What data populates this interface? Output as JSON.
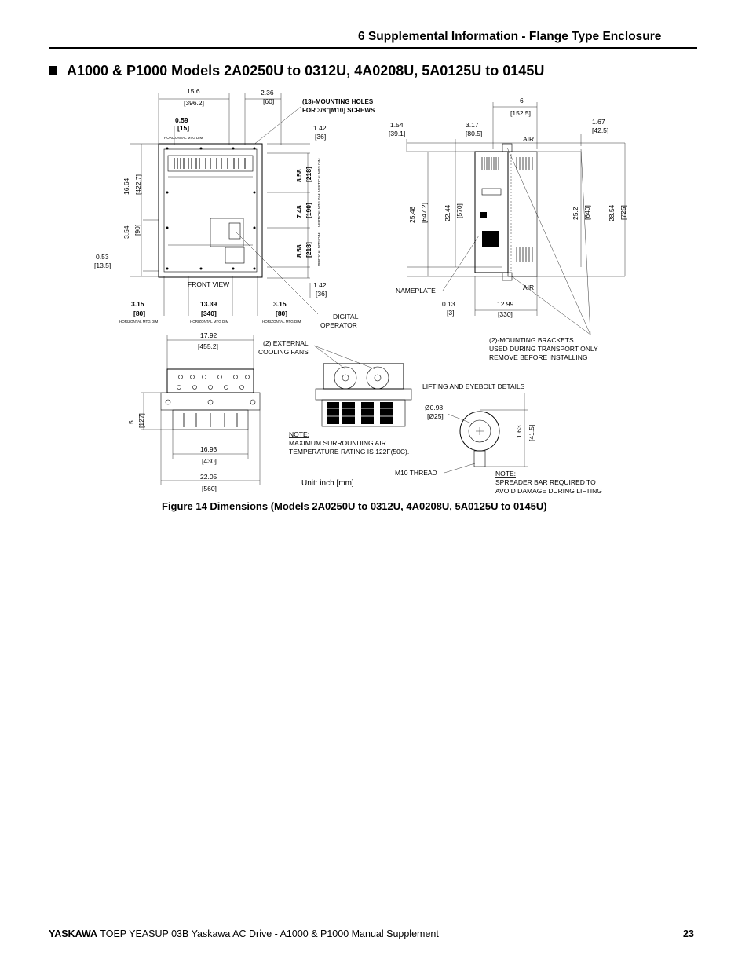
{
  "header": {
    "title": "6  Supplemental Information - Flange Type Enclosure"
  },
  "section": {
    "title": "A1000 & P1000 Models 2A0250U to 0312U, 4A0208U, 5A0125U to 0145U"
  },
  "figure": {
    "caption": "Figure 14  Dimensions (Models 2A0250U to 0312U, 4A0208U, 5A0125U to 0145U)",
    "unit_note": "Unit: inch [mm]",
    "front": {
      "d_15_6": "15.6",
      "d_396_2": "[396.2]",
      "d_2_36": "2.36",
      "d_60": "[60]",
      "d_0_59": "0.59",
      "d_15": "[15]",
      "d_1_42a": "1.42",
      "d_36a": "[36]",
      "d_16_64": "16.64",
      "d_422_7": "[422.7]",
      "d_8_58a": "8.58",
      "d_218a": "[218]",
      "d_7_48": "7.48",
      "d_190": "[190]",
      "d_8_58b": "8.58",
      "d_218b": "[218]",
      "d_3_54": "3.54",
      "d_90": "[90]",
      "d_0_53": "0.53",
      "d_13_5": "[13.5]",
      "d_1_42b": "1.42",
      "d_36b": "[36]",
      "d_3_15a": "3.15",
      "d_80a": "[80]",
      "d_13_39": "13.39",
      "d_340": "[340]",
      "d_3_15b": "3.15",
      "d_80b": "[80]",
      "front_view": "FRONT VIEW",
      "horiz_mtg": "HORIZONTAL MTG DIM",
      "vert_mtg": "VERTICAL MTG DIM",
      "mount_holes_1": "(13)-MOUNTING HOLES",
      "mount_holes_2": "FOR 3/8\"[M10] SCREWS",
      "digital_1": "DIGITAL",
      "digital_2": "OPERATOR"
    },
    "side": {
      "d_6": "6",
      "d_152_5": "[152.5]",
      "d_1_54": "1.54",
      "d_39_1": "[39.1]",
      "d_3_17": "3.17",
      "d_80_5": "[80.5]",
      "d_1_67": "1.67",
      "d_42_5": "[42.5]",
      "d_25_48": "25.48",
      "d_647_2": "[647.2]",
      "d_22_44": "22.44",
      "d_570": "[570]",
      "d_25_2": "25.2",
      "d_640": "[640]",
      "d_28_54": "28.54",
      "d_725": "[725]",
      "d_0_13": "0.13",
      "d_3": "[3]",
      "d_12_99": "12.99",
      "d_330": "[330]",
      "air_top": "AIR",
      "air_bottom": "AIR",
      "nameplate": "NAMEPLATE",
      "brackets_1": "(2)-MOUNTING BRACKETS",
      "brackets_2": "USED DURING TRANSPORT ONLY",
      "brackets_3": "REMOVE BEFORE INSTALLING"
    },
    "bottom": {
      "d_17_92": "17.92",
      "d_455_2": "[455.2]",
      "d_5": "5",
      "d_127": "[127]",
      "d_16_93": "16.93",
      "d_430": "[430]",
      "d_22_05": "22.05",
      "d_560": "[560]",
      "fans_1": "(2) EXTERNAL",
      "fans_2": "COOLING FANS",
      "note_label": "NOTE:",
      "note_1": "MAXIMUM SURROUNDING AIR",
      "note_2": "TEMPERATURE RATING IS 122F(50C)."
    },
    "eyebolt": {
      "title": "LIFTING AND EYEBOLT DETAILS",
      "d_0_98": "Ø0.98",
      "d_25": "[Ø25]",
      "d_1_63": "1.63",
      "d_41_5": "[41.5]",
      "thread": "M10 THREAD",
      "note_label": "NOTE:",
      "note_1": "SPREADER BAR REQUIRED TO",
      "note_2": "AVOID DAMAGE DURING LIFTING"
    }
  },
  "footer": {
    "brand": "YASKAWA",
    "text": " TOEP YEASUP 03B Yaskawa AC Drive - A1000 & P1000 Manual Supplement",
    "page": "23"
  }
}
